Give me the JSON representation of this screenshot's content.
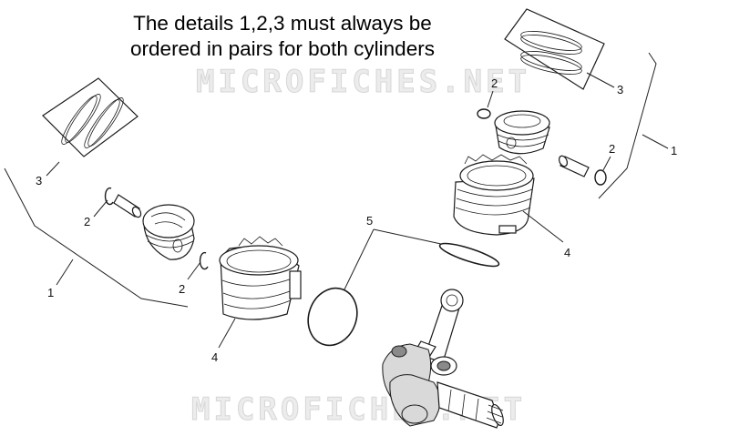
{
  "note": {
    "line1": "The details 1,2,3 must always be",
    "line2": "ordered in pairs for both cylinders"
  },
  "watermark": {
    "top": "MICROFICHES.NET",
    "bottom": "MICROFICHES.NET"
  },
  "callouts": {
    "kit_left": "1",
    "kit_right": "1",
    "circlip_left_top": "2",
    "circlip_left_bottom": "2",
    "circlip_right_top": "2",
    "circlip_right_bottom": "2",
    "rings_left": "3",
    "rings_right": "3",
    "cylinder_left": "4",
    "cylinder_right": "4",
    "oring": "5"
  }
}
